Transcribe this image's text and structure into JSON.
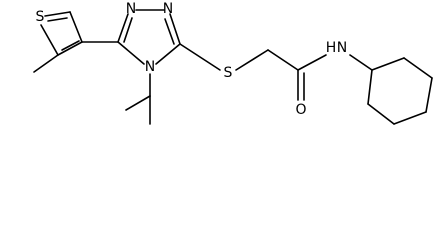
{
  "molecule": {
    "atoms": {
      "thiophene_sulfur": "S",
      "triazole_n1": "N",
      "triazole_n2": "N",
      "triazole_n4": "N",
      "thioether_sulfur": "S",
      "amide_nitrogen": "N",
      "amide_hydrogen": "H",
      "carbonyl_oxygen": "O"
    }
  }
}
